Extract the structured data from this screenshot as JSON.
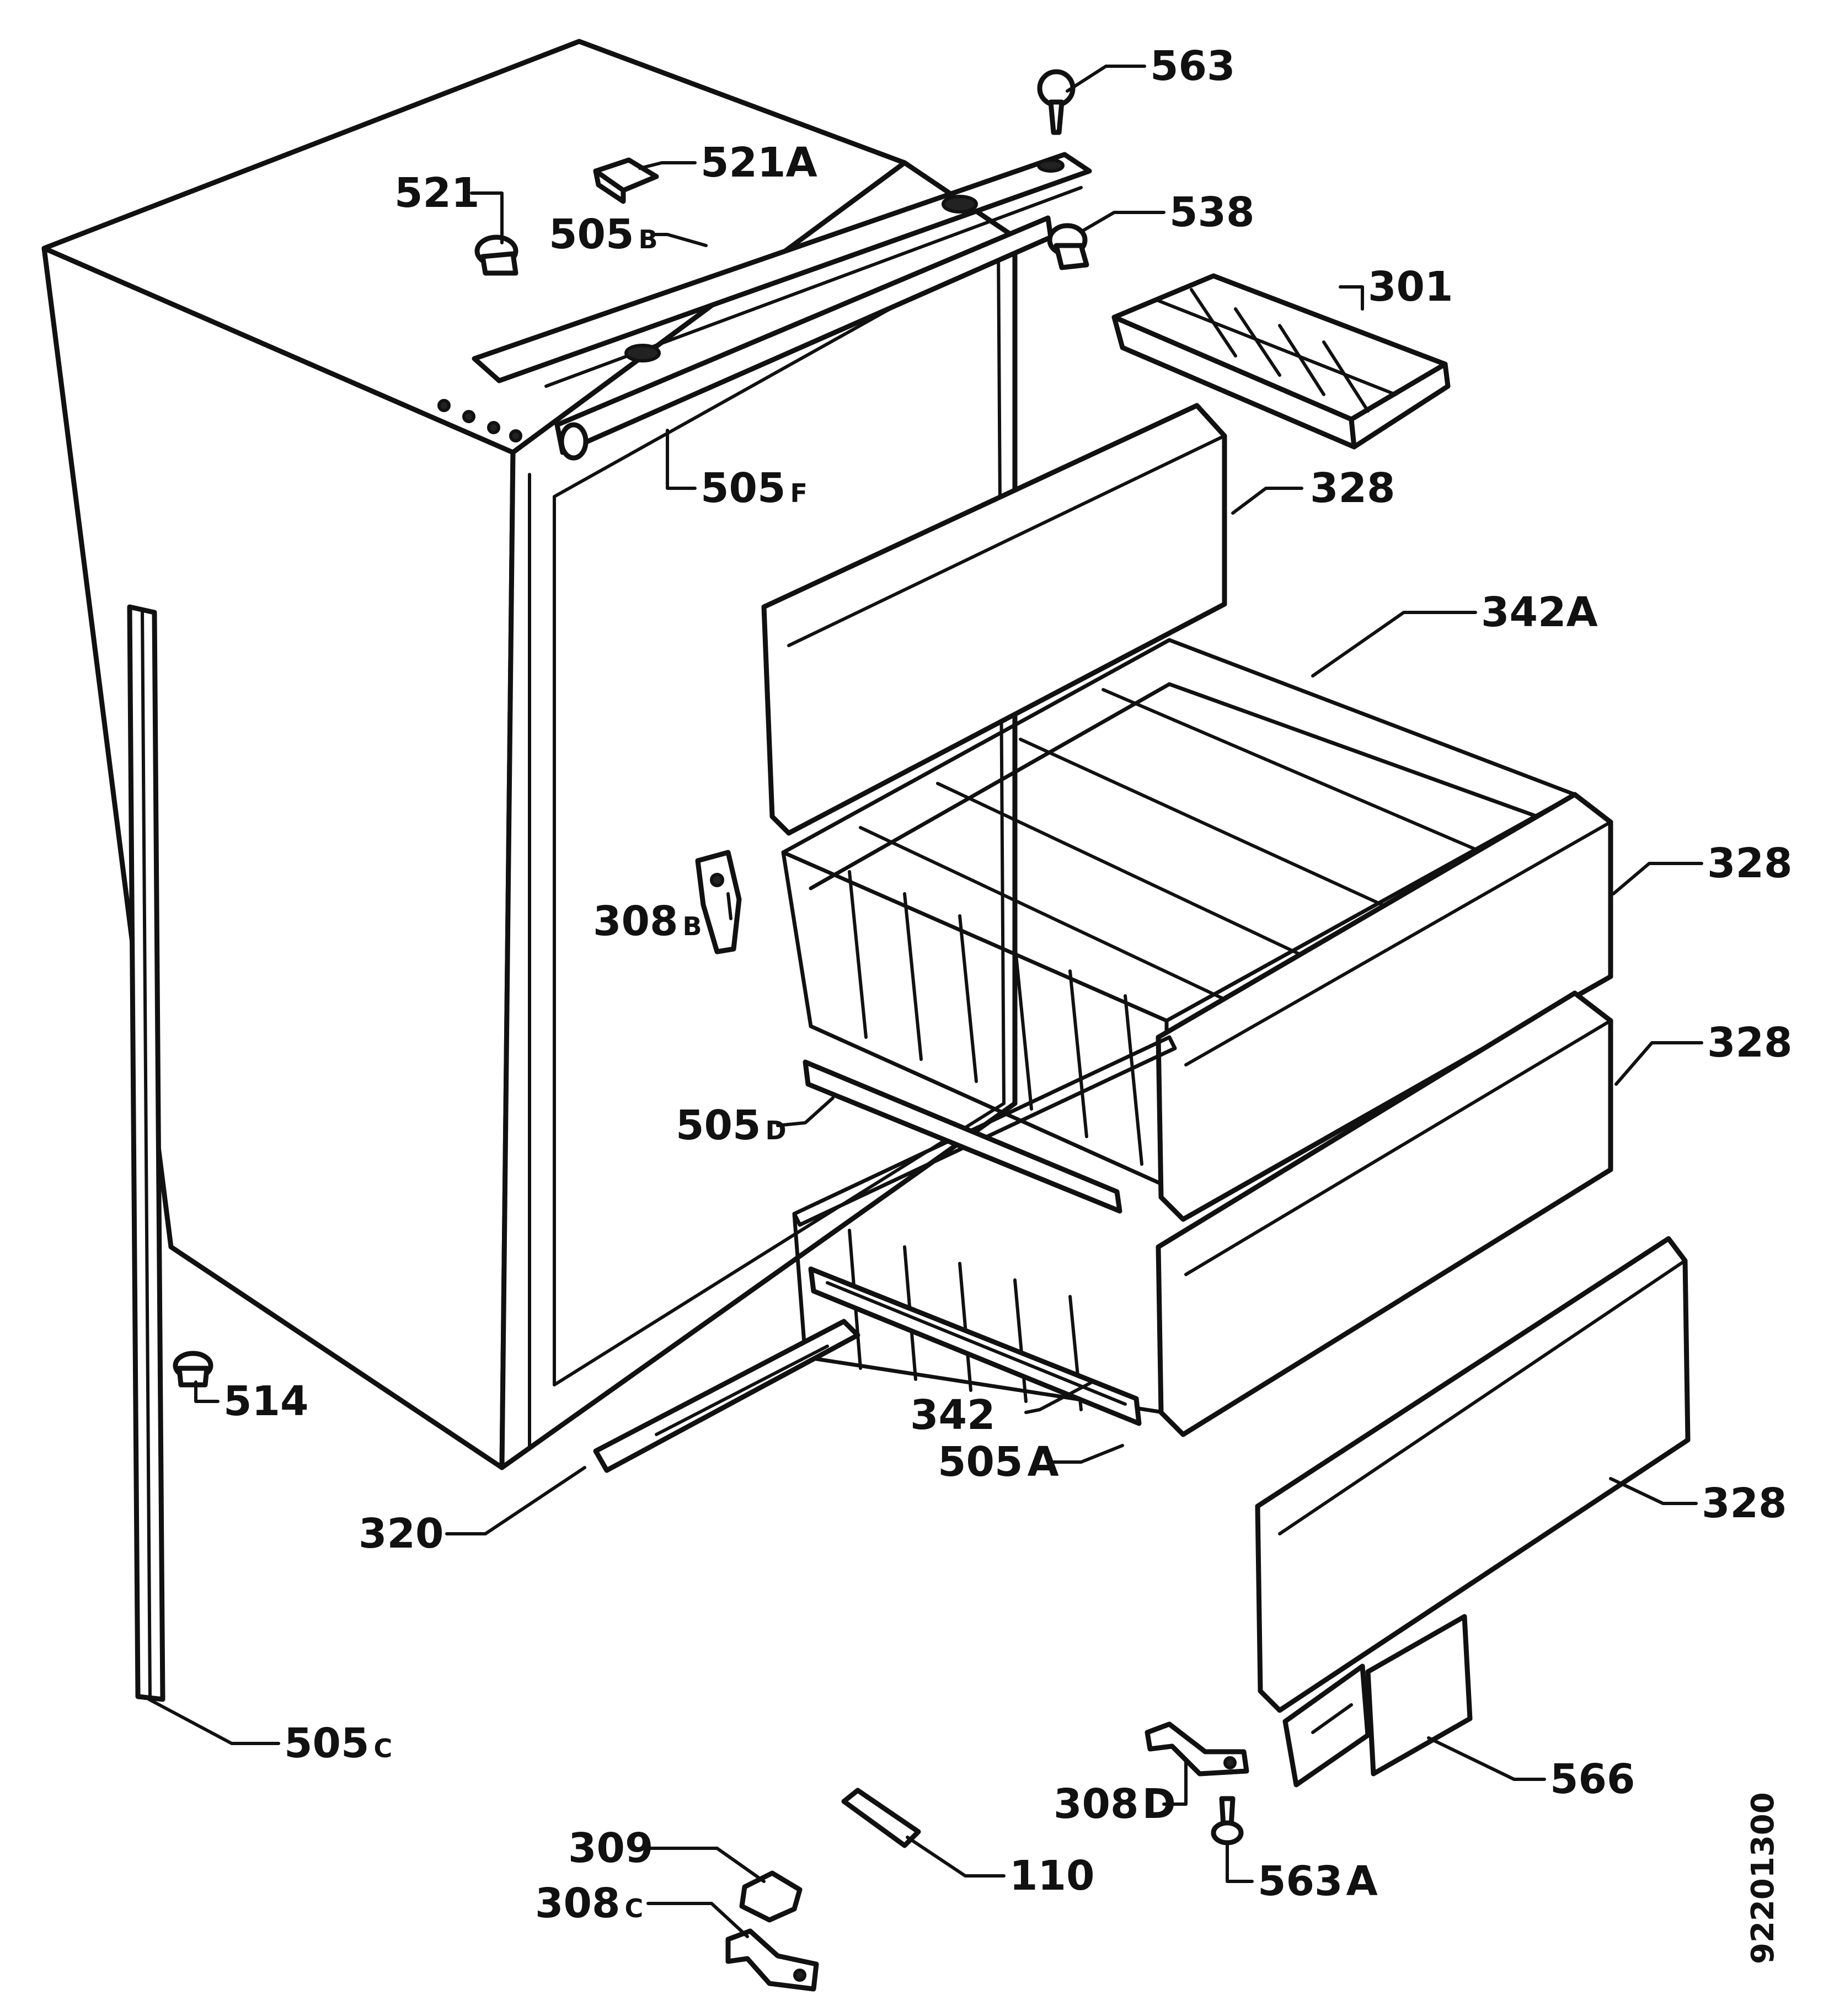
{
  "diagram": {
    "document_number": "92201300",
    "parts": [
      {
        "key": "p563",
        "number": "563",
        "suffix": ""
      },
      {
        "key": "p521A",
        "number": "521",
        "suffix": "A"
      },
      {
        "key": "p521",
        "number": "521",
        "suffix": ""
      },
      {
        "key": "p538",
        "number": "538",
        "suffix": ""
      },
      {
        "key": "p505B",
        "number": "505",
        "suffix": "B"
      },
      {
        "key": "p301",
        "number": "301",
        "suffix": ""
      },
      {
        "key": "p505F",
        "number": "505",
        "suffix": "F"
      },
      {
        "key": "p328a",
        "number": "328",
        "suffix": ""
      },
      {
        "key": "p342A",
        "number": "342",
        "suffix": "A"
      },
      {
        "key": "p328b",
        "number": "328",
        "suffix": ""
      },
      {
        "key": "p308B",
        "number": "308",
        "suffix": "B"
      },
      {
        "key": "p328c",
        "number": "328",
        "suffix": ""
      },
      {
        "key": "p505D",
        "number": "505",
        "suffix": "D"
      },
      {
        "key": "p342",
        "number": "342",
        "suffix": ""
      },
      {
        "key": "p505A",
        "number": "505",
        "suffix": "A"
      },
      {
        "key": "p514",
        "number": "514",
        "suffix": ""
      },
      {
        "key": "p320",
        "number": "320",
        "suffix": ""
      },
      {
        "key": "p328d",
        "number": "328",
        "suffix": ""
      },
      {
        "key": "p505C",
        "number": "505",
        "suffix": "C"
      },
      {
        "key": "p566",
        "number": "566",
        "suffix": ""
      },
      {
        "key": "p308D",
        "number": "308",
        "suffix": "D"
      },
      {
        "key": "p309",
        "number": "309",
        "suffix": ""
      },
      {
        "key": "p110",
        "number": "110",
        "suffix": ""
      },
      {
        "key": "p563A",
        "number": "563",
        "suffix": "A"
      },
      {
        "key": "p308C",
        "number": "308",
        "suffix": "C"
      }
    ]
  }
}
